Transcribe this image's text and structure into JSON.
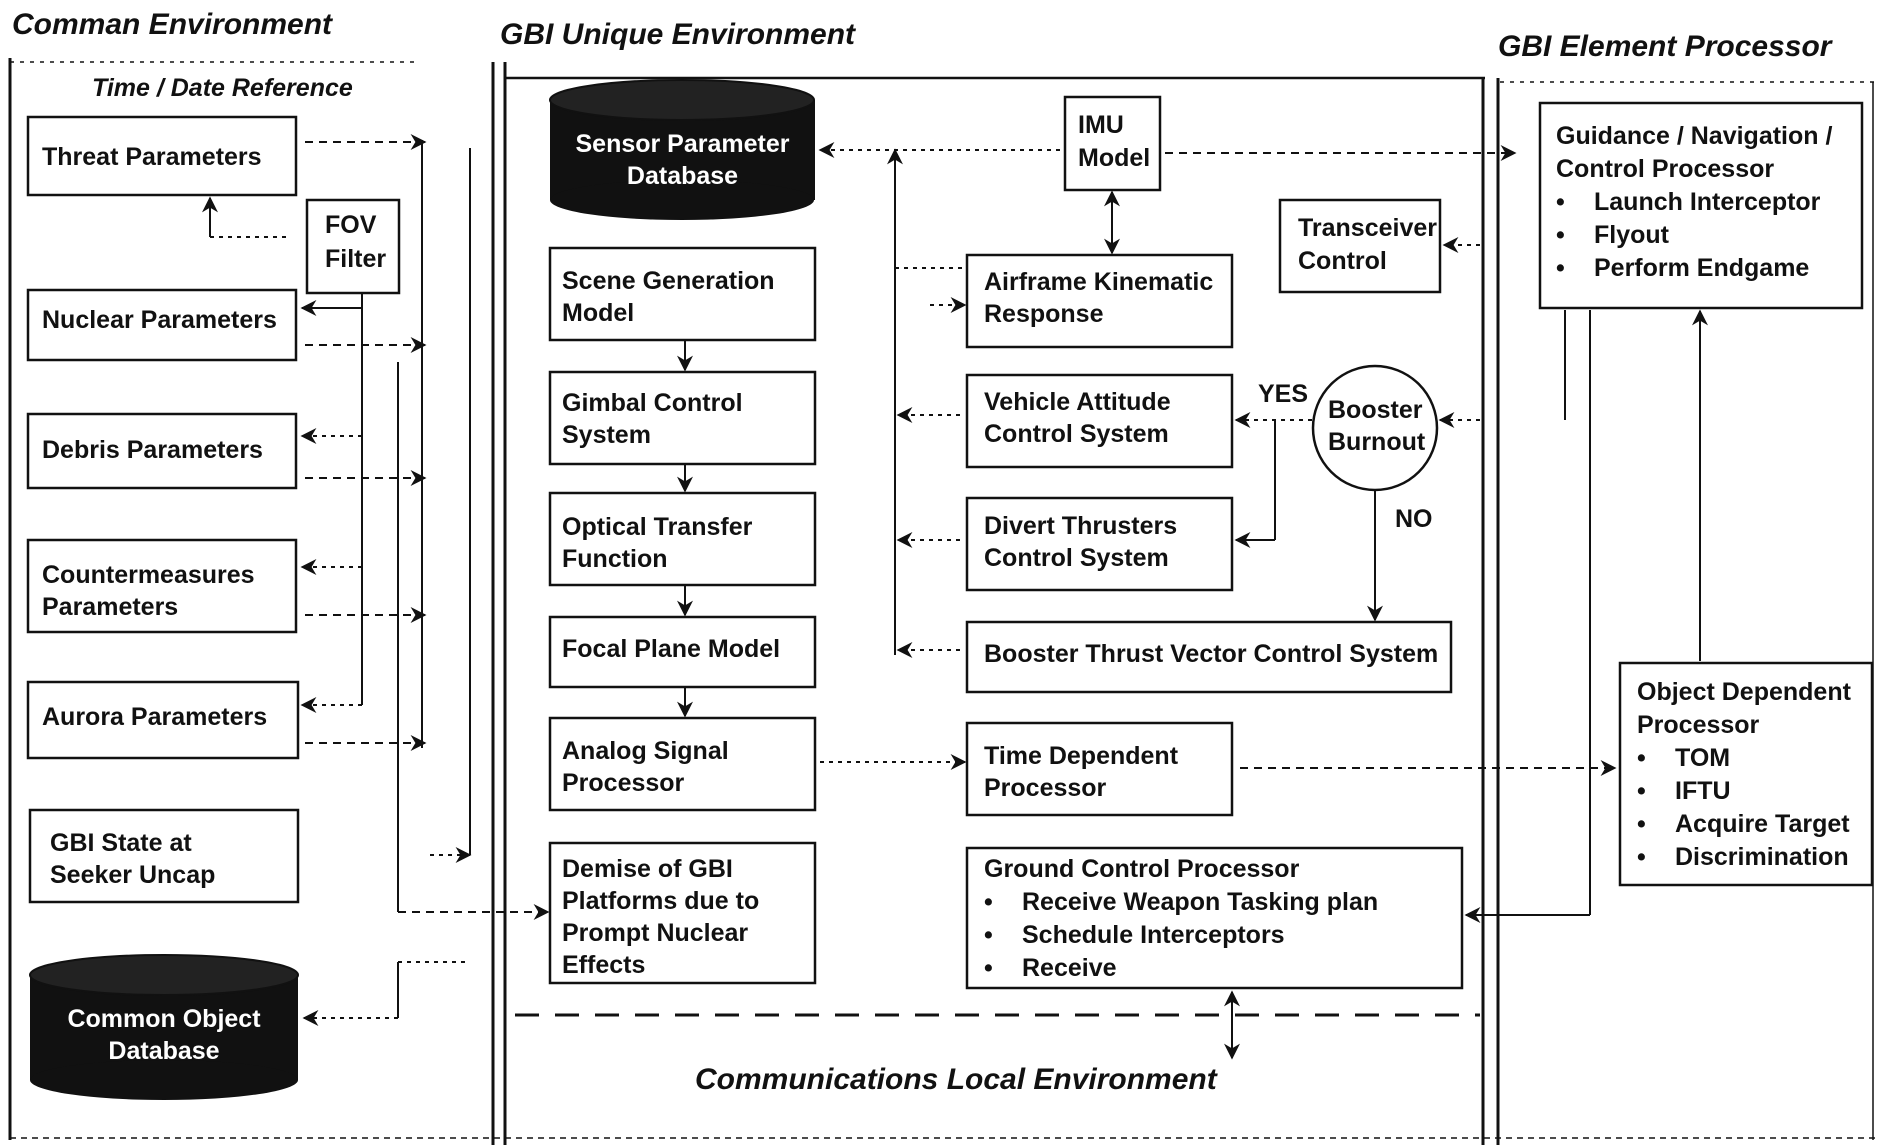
{
  "titles": {
    "common": "Comman Environment",
    "unique": "GBI Unique Environment",
    "processor": "GBI Element Processor",
    "time_ref": "Time / Date Reference",
    "comm_local": "Communications Local Environment"
  },
  "common": {
    "threat": "Threat Parameters",
    "fov_1": "FOV",
    "fov_2": "Filter",
    "nuclear": "Nuclear Parameters",
    "debris": "Debris Parameters",
    "counter_1": "Countermeasures",
    "counter_2": "Parameters",
    "aurora": "Aurora Parameters",
    "gbi_state_1": "GBI State at",
    "gbi_state_2": "Seeker Uncap",
    "db_1": "Common Object",
    "db_2": "Database"
  },
  "unique": {
    "sensor_db_1": "Sensor Parameter",
    "sensor_db_2": "Database",
    "imu_1": "IMU",
    "imu_2": "Model",
    "transceiver_1": "Transceiver",
    "transceiver_2": "Control",
    "scene_1": "Scene Generation",
    "scene_2": "Model",
    "airframe_1": "Airframe Kinematic",
    "airframe_2": "Response",
    "gimbal_1": "Gimbal Control",
    "gimbal_2": "System",
    "attitude_1": "Vehicle Attitude",
    "attitude_2": "Control System",
    "yes": "YES",
    "booster_1": "Booster",
    "booster_2": "Burnout",
    "no": "NO",
    "optical_1": "Optical Transfer",
    "optical_2": "Function",
    "divert_1": "Divert Thrusters",
    "divert_2": "Control System",
    "focal": "Focal Plane Model",
    "thrust_vector": "Booster Thrust Vector Control System",
    "analog_1": "Analog Signal",
    "analog_2": "Processor",
    "time_dep_1": "Time Dependent",
    "time_dep_2": "Processor",
    "demise_1": "Demise of GBI",
    "demise_2": "Platforms due to",
    "demise_3": "Prompt Nuclear",
    "demise_4": "Effects",
    "ground_title": "Ground Control Processor",
    "ground_items": [
      "Receive Weapon Tasking plan",
      "Schedule Interceptors",
      "Receive"
    ]
  },
  "processor": {
    "gnc_1": "Guidance / Navigation /",
    "gnc_2": "Control Processor",
    "gnc_items": [
      "Launch Interceptor",
      "Flyout",
      "Perform Endgame"
    ],
    "odp_1": "Object Dependent",
    "odp_2": "Processor",
    "odp_items": [
      "TOM",
      "IFTU",
      "Acquire Target",
      "Discrimination"
    ]
  }
}
